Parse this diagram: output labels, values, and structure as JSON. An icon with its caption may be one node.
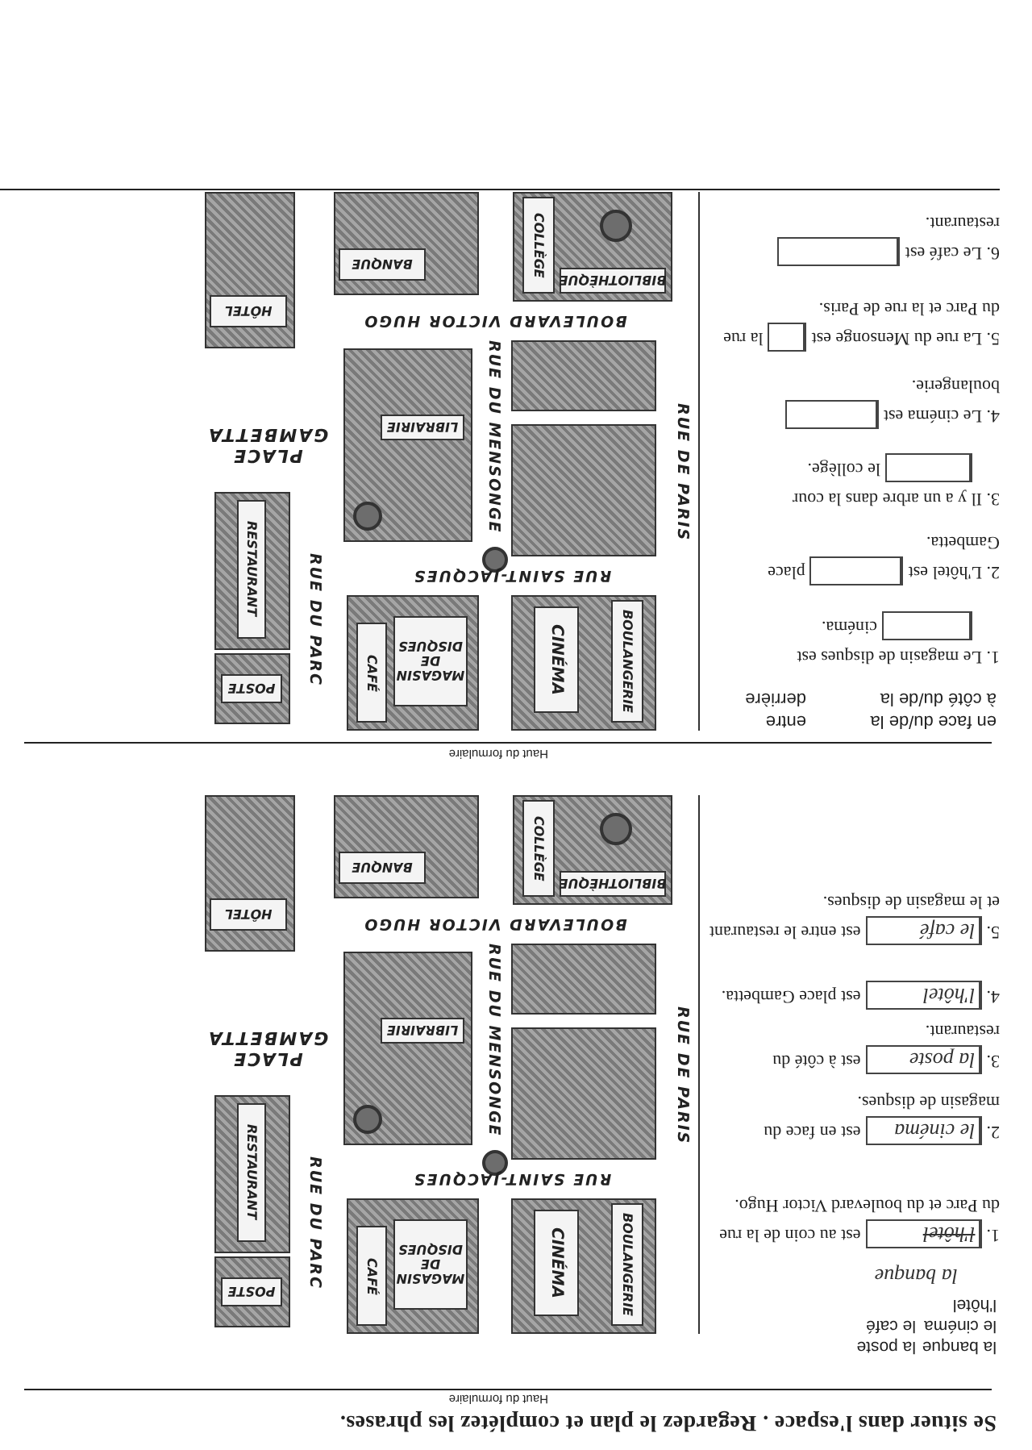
{
  "diagram": {
    "title": "Se situer dans l'espace . Regardez le plan et complétez les phrases.",
    "labels": [
      "Haut du formulaire",
      "la banque",
      "la poste",
      "le cinéma",
      "le café",
      "l'hôtel",
      "la banque",
      "1.",
      "l'hôtel",
      "est au coin de la rue du Parc et du boulevard Victor Hugo.",
      "2.",
      "le cinéma",
      "est en face du magasin de disques.",
      "3.",
      "la poste",
      "est à côté du restaurant.",
      "4.",
      "l'hôtel",
      "est place Gambetta.",
      "5.",
      "le café",
      "est entre le restaurant et le magasin de disques.",
      "RUE DE PARIS",
      "BOULANGERIE",
      "CINÉMA",
      "MAGASIN DE DISQUES",
      "CAFÉ",
      "POSTE",
      "RUE SAINT-JACQUES",
      "RUE DU PARC",
      "RESTAURANT",
      "RUE DU MENSONGE",
      "LIBRAIRIE",
      "PLACE GAMBETTA",
      "BOULEVARD VICTOR HUGO",
      "BIBLIOTHÈQUE",
      "COLLÈGE",
      "BANQUE",
      "HÔTEL",
      "Haut du formulaire",
      "en face du/de la",
      "entre",
      "à côté du/de la",
      "derrière",
      "1. Le magasin de disques est",
      "cinéma.",
      "2. L'hôtel est",
      "place Gambetta.",
      "3. Il y a un arbre dans la cour",
      "le collège.",
      "4. Le cinéma est",
      "boulangerie.",
      "5. La rue du Mensonge est",
      "la rue du Parc et la rue de Paris.",
      "6. Le café est",
      "restaurant.",
      "RUE DE PARIS",
      "BOULANGERIE",
      "CINÉMA",
      "MAGASIN DE DISQUES",
      "CAFÉ",
      "POSTE",
      "RUE SAINT-JACQUES",
      "RUE DU PARC",
      "RESTAURANT",
      "RUE DU MENSONGE",
      "LIBRAIRIE",
      "PLACE GAMBETTA",
      "BOULEVARD VICTOR HUGO",
      "BIBLIOTHÈQUE",
      "COLLÈGE",
      "BANQUE",
      "HÔTEL"
    ]
  }
}
